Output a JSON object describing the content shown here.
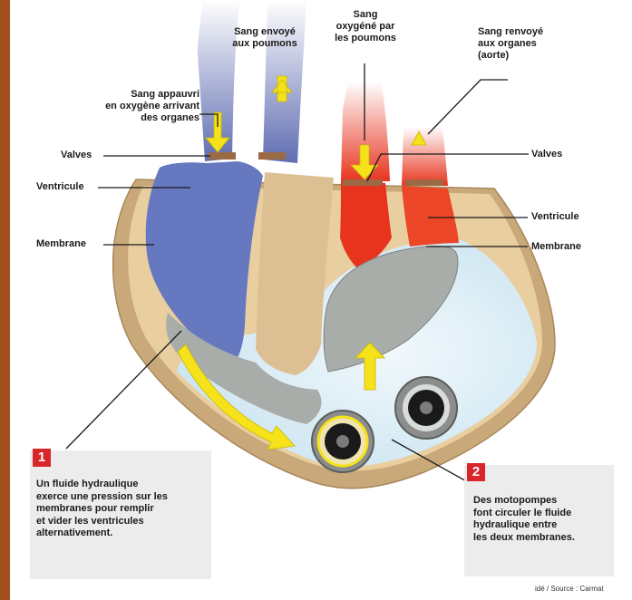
{
  "labels": {
    "sang_envoye_poumons": [
      "Sang envoyé",
      "aux poumons"
    ],
    "sang_oxygene": [
      "Sang",
      "oxygéné par",
      "les poumons"
    ],
    "sang_renvoye_organes": [
      "Sang renvoyé",
      "aux organes",
      "(aorte)"
    ],
    "sang_appauvri": [
      "Sang appauvri",
      "en oxygène arrivant",
      "des organes"
    ],
    "valves_left": "Valves",
    "valves_right": "Valves",
    "ventricule_left": "Ventricule",
    "ventricule_right": "Ventricule",
    "membrane_left": "Membrane",
    "membrane_right": "Membrane"
  },
  "box1": {
    "number": "1",
    "lines": [
      "Un fluide hydraulique",
      "exerce une pression sur les",
      "membranes pour remplir",
      "et vider les ventricules",
      "alternativement."
    ]
  },
  "box2": {
    "number": "2",
    "lines": [
      "Des motopompes",
      "font circuler le fluide",
      "hydraulique entre",
      "les deux membranes."
    ]
  },
  "source": "idé / Source : Carmat",
  "colors": {
    "accent_red": "#d8262b",
    "left_border": "#a14f1c",
    "deoxygenated_blood": "#5e6fb3",
    "oxygenated_blood": "#e8341f",
    "arrow_yellow": "#f5e21b"
  }
}
